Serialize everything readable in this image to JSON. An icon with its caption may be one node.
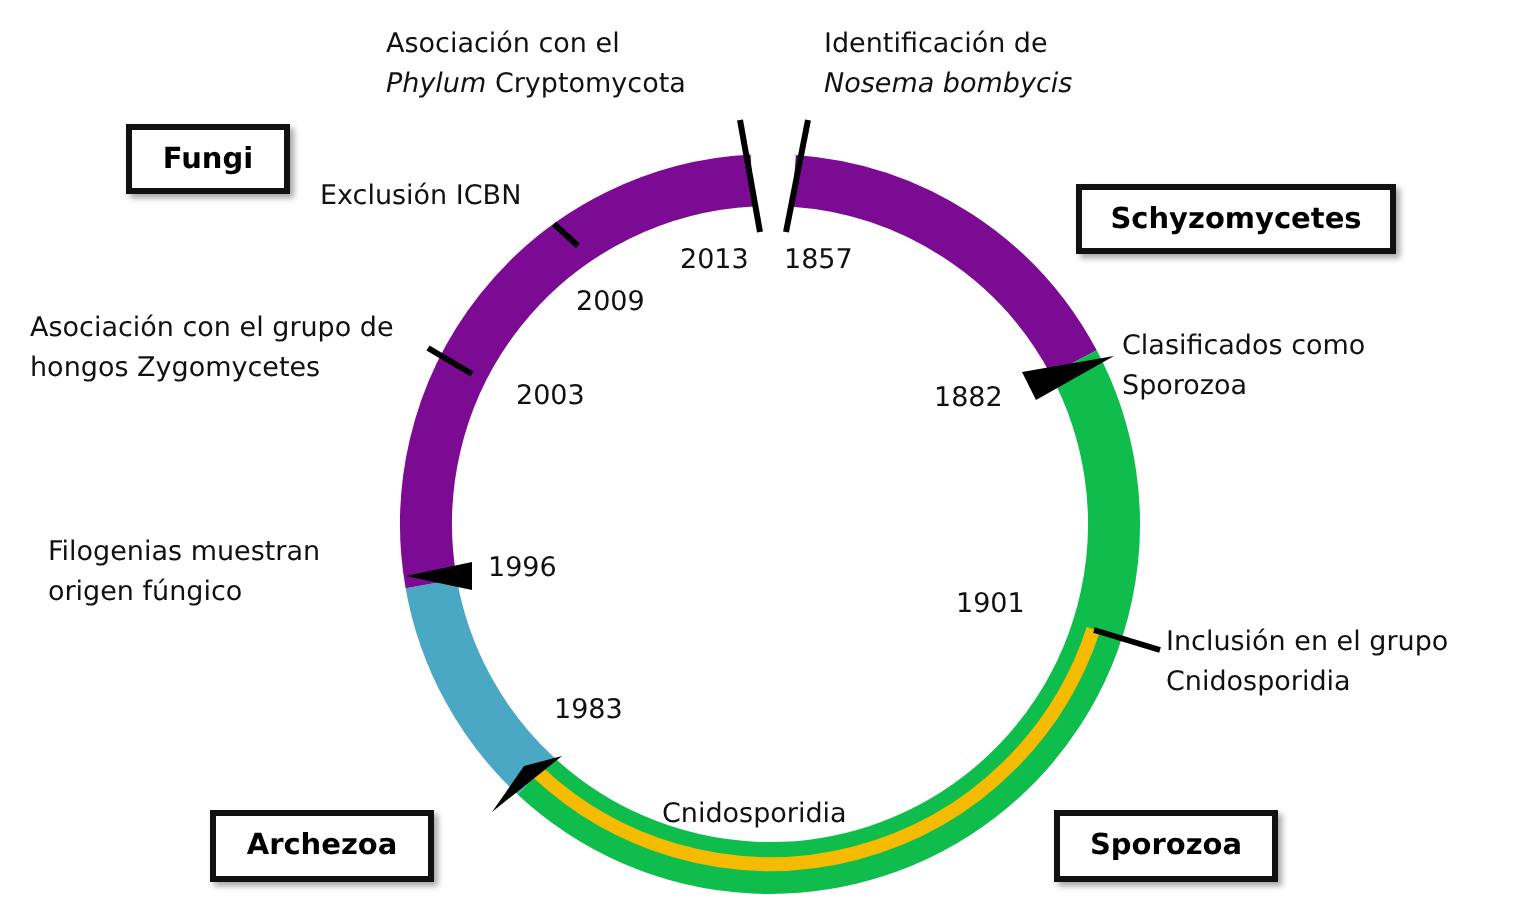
{
  "diagram": {
    "nodes": [
      {
        "text": [
          "Fungi"
        ]
      },
      {
        "text": [
          "Schyzomycetes"
        ]
      },
      {
        "text": [
          "Archezoa"
        ]
      },
      {
        "text": [
          "Sporozoa"
        ]
      }
    ],
    "labels": [
      "Asociación con el *Phylum* Cryptomycota",
      "Identificación de *Nosema bombycis*",
      "Exclusión ICBN",
      "2013",
      "1857",
      "2009",
      "Asociación con el grupo de hongos Zygomycetes",
      "Clasificados como Sporozoa",
      "2003",
      "1882",
      "Filogenias muestran origen fúngico",
      "1996",
      "1901",
      "Inclusión en el grupo Cnidosporidia",
      "1983",
      "Cnidosporidia"
    ]
  }
}
